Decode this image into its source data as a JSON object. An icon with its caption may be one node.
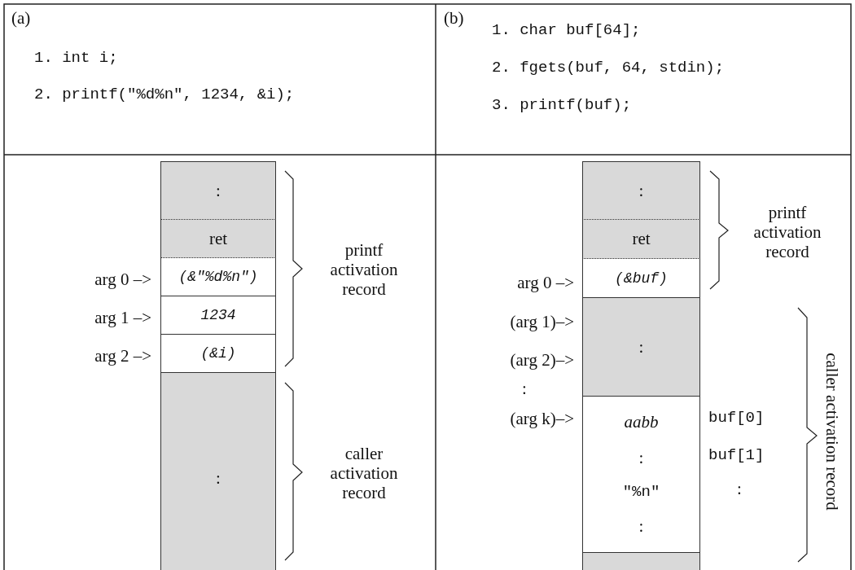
{
  "diagram": {
    "nodes": [
      {
        "text": [
          ":"
        ]
      },
      {
        "text": [
          "ret"
        ]
      },
      {
        "text": [
          "(&\"%d%n\")"
        ]
      },
      {
        "text": [
          "1234"
        ]
      },
      {
        "text": [
          "(&i)"
        ]
      },
      {
        "text": [
          ":"
        ]
      },
      {
        "text": [
          ":"
        ]
      },
      {
        "text": [
          "ret"
        ]
      },
      {
        "text": [
          "(&buf)"
        ]
      },
      {
        "text": [
          ":"
        ]
      },
      {
        "text": [
          "aabb",
          ":",
          "\"%n\"",
          ":"
        ]
      },
      {
        "text": [],
        "shape": "box"
      }
    ],
    "edges": [],
    "labels": [
      "(a)",
      "1. int i;",
      "2. printf(\"%d%n\", 1234, &i);",
      "(b)",
      "1. char buf[64];",
      "2. fgets(buf, 64, stdin);",
      "3. printf(buf);",
      "arg 0 –>",
      "arg 1 –>",
      "arg 2 –>",
      "printf activation record",
      "caller activation record",
      "arg 0 –>",
      "(arg 1)–>",
      "(arg 2)–>",
      ":",
      "(arg k)–>",
      "printf activation record",
      "buf[0]",
      "buf[1]",
      ":",
      "caller activation record"
    ]
  }
}
